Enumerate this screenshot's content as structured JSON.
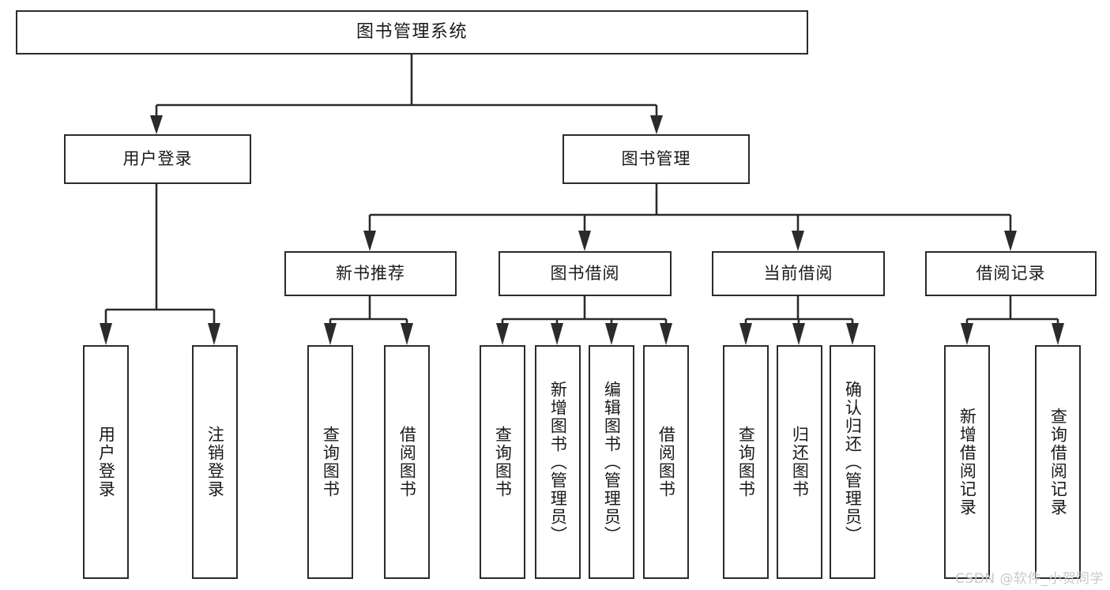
{
  "diagram": {
    "type": "tree-hierarchy",
    "title": "图书管理系统",
    "orientation": "top-down",
    "colors": {
      "box_border": "#2b2b2b",
      "box_fill": "#ffffff",
      "connector": "#2b2b2b",
      "text": "#1a1a1a",
      "watermark": "#c9c9c9",
      "background": "#ffffff"
    },
    "nodes": {
      "root": {
        "label": "图书管理系统"
      },
      "level2": [
        {
          "id": "user-login",
          "label": "用户登录"
        },
        {
          "id": "book-manage",
          "label": "图书管理"
        }
      ],
      "level3": [
        {
          "id": "new-book-recommend",
          "label": "新书推荐"
        },
        {
          "id": "book-borrow",
          "label": "图书借阅"
        },
        {
          "id": "current-borrow",
          "label": "当前借阅"
        },
        {
          "id": "borrow-record",
          "label": "借阅记录"
        }
      ],
      "leaves": {
        "user-login": [
          {
            "id": "leaf-user-login",
            "label": "用户登录"
          },
          {
            "id": "leaf-logout-login",
            "label": "注销登录"
          }
        ],
        "new-book-recommend": [
          {
            "id": "leaf-query-book-1",
            "label": "查询图书"
          },
          {
            "id": "leaf-borrow-book-1",
            "label": "借阅图书"
          }
        ],
        "book-borrow": [
          {
            "id": "leaf-query-book-2",
            "label": "查询图书"
          },
          {
            "id": "leaf-add-book",
            "label": "新增图书（管理员）"
          },
          {
            "id": "leaf-edit-book",
            "label": "编辑图书（管理员）"
          },
          {
            "id": "leaf-borrow-book-2",
            "label": "借阅图书"
          }
        ],
        "current-borrow": [
          {
            "id": "leaf-query-book-3",
            "label": "查询图书"
          },
          {
            "id": "leaf-return-book",
            "label": "归还图书"
          },
          {
            "id": "leaf-confirm-return",
            "label": "确认归还（管理员）"
          }
        ],
        "borrow-record": [
          {
            "id": "leaf-add-record",
            "label": "新增借阅记录"
          },
          {
            "id": "leaf-query-record",
            "label": "查询借阅记录"
          }
        ]
      }
    }
  },
  "watermark": {
    "text": "CSDN @软件_小贺同学"
  }
}
